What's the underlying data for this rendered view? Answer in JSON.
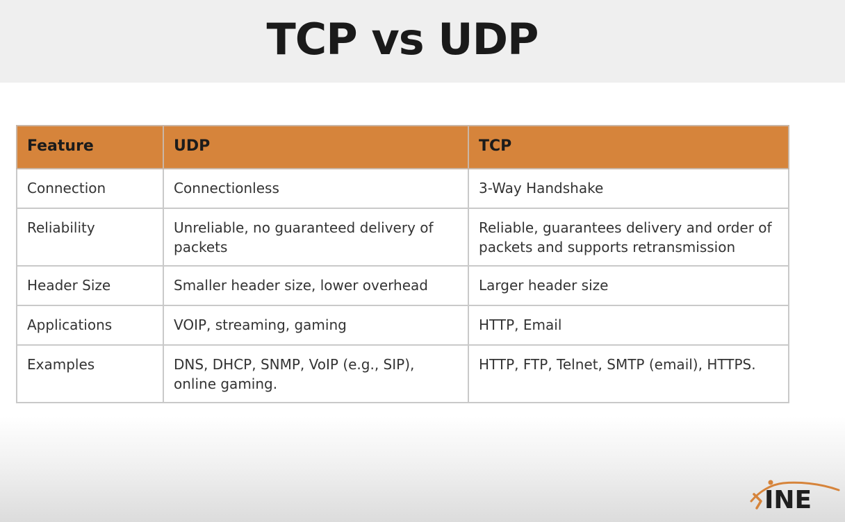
{
  "slide": {
    "title": "TCP vs UDP"
  },
  "table": {
    "headers": [
      "Feature",
      "UDP",
      "TCP"
    ],
    "rows": [
      {
        "feature": "Connection",
        "udp": "Connectionless",
        "tcp": "3-Way Handshake"
      },
      {
        "feature": "Reliability",
        "udp": "Unreliable, no guaranteed delivery of packets",
        "tcp": "Reliable, guarantees delivery and order of packets and supports retransmission"
      },
      {
        "feature": "Header Size",
        "udp": "Smaller header size, lower overhead",
        "tcp": "Larger header size"
      },
      {
        "feature": "Applications",
        "udp": "VOIP, streaming, gaming",
        "tcp": "HTTP, Email"
      },
      {
        "feature": "Examples",
        "udp": "DNS, DHCP, SNMP, VoIP (e.g., SIP), online gaming.",
        "tcp": "HTTP, FTP, Telnet, SMTP (email), HTTPS."
      }
    ]
  },
  "logo": {
    "text": "INE",
    "name": "ine-logo",
    "colors": {
      "text": "#1f1f1f",
      "swoosh": "#d6843b"
    }
  },
  "colors": {
    "header_bg": "#d6843b",
    "title_band": "#efefef",
    "border": "#c9c9c9"
  }
}
